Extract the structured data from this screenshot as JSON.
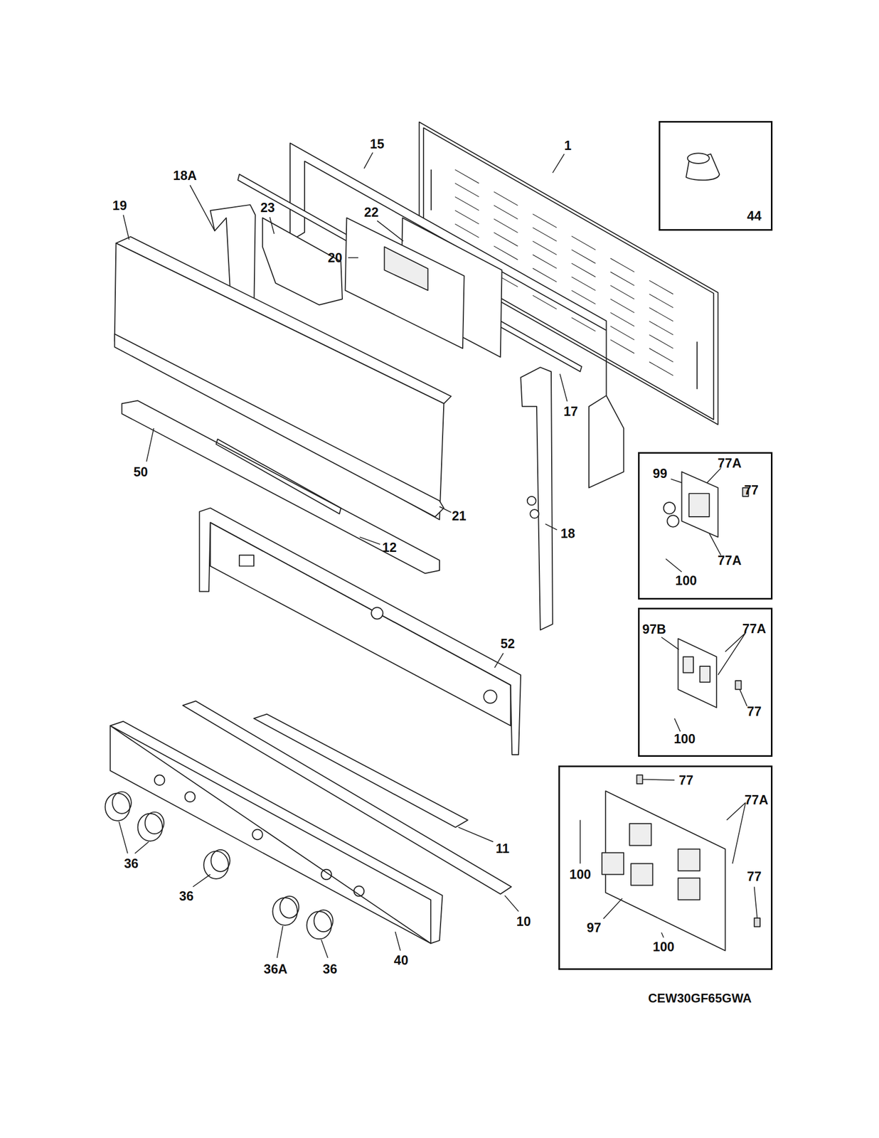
{
  "diagram": {
    "nodes": [
      {
        "text": [
          "44"
        ]
      },
      {
        "text": [
          "99",
          "77A",
          "77",
          "77A",
          "100"
        ]
      },
      {
        "text": [
          "97B",
          "77A",
          "77",
          "100"
        ]
      },
      {
        "text": [
          "77",
          "77A",
          "100",
          "77",
          "97",
          "100"
        ]
      }
    ],
    "labels": [
      "15",
      "1",
      "18A",
      "19",
      "23",
      "22",
      "20",
      "17",
      "50",
      "21",
      "12",
      "18",
      "52",
      "11",
      "36",
      "36",
      "10",
      "36A",
      "36",
      "40",
      "CEW30GF65GWA"
    ]
  }
}
